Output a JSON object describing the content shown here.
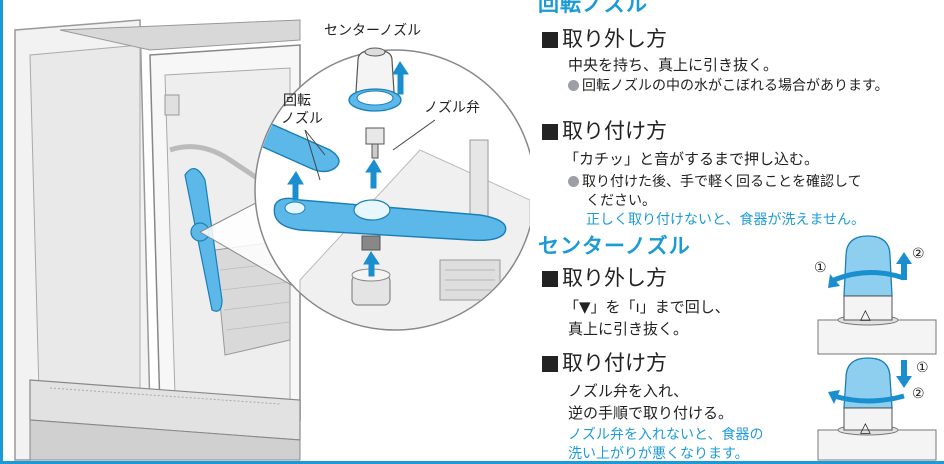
{
  "rotary_nozzle": {
    "heading": "回転ノズル",
    "remove": {
      "heading": "取り外し方",
      "text": "中央を持ち、真上に引き抜く。",
      "note": "回転ノズルの中の水がこぼれる場合があります。"
    },
    "attach": {
      "heading": "取り付け方",
      "text": "「カチッ」と音がするまで押し込む。",
      "note_line1": "取り付けた後、手で軽く回ることを確認して",
      "note_line2": "ください。",
      "warning": "正しく取り付けないと、食器が洗えません。"
    }
  },
  "center_nozzle": {
    "heading": "センターノズル",
    "remove": {
      "heading": "取り外し方",
      "line1": "「▼」を「ı」まで回し、",
      "line2": "真上に引き抜く。"
    },
    "attach": {
      "heading": "取り付け方",
      "line1": "ノズル弁を入れ、",
      "line2": "逆の手順で取り付ける。",
      "warning_line1": "ノズル弁を入れないと、食器の",
      "warning_line2": "洗い上がりが悪くなります。"
    }
  },
  "illustration_labels": {
    "center_nozzle": "センターノズル",
    "rotary_line1": "回転",
    "rotary_line2": "ノズル",
    "nozzle_valve": "ノズル弁"
  },
  "step_marks": {
    "one": "①",
    "two": "②",
    "triangle": "△"
  },
  "colors": {
    "accent_blue": "#1a9ad6",
    "nozzle_blue": "#5bb8e8",
    "gray_body": "#c8c8c8"
  }
}
